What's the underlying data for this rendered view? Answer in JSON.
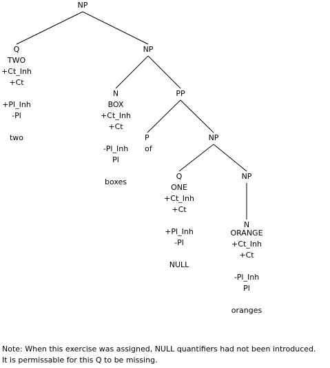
{
  "tree": {
    "np_root": "NP",
    "q_two": {
      "cat": "Q",
      "word": "TWO",
      "f1": "+Ct_Inh",
      "f2": "+Ct",
      "f3": "+Pl_Inh",
      "f4": "-Pl",
      "gloss": "two"
    },
    "np_1": "NP",
    "n_box": {
      "cat": "N",
      "word": "BOX",
      "f1": "+Ct_Inh",
      "f2": "+Ct",
      "f3": "-Pl_Inh",
      "f4": "Pl",
      "gloss": "boxes"
    },
    "pp": "PP",
    "p_of": {
      "cat": "P",
      "gloss": "of"
    },
    "np_2": "NP",
    "q_one": {
      "cat": "Q",
      "word": "ONE",
      "f1": "+Ct_Inh",
      "f2": "+Ct",
      "f3": "+Pl_Inh",
      "f4": "-Pl",
      "gloss": "NULL"
    },
    "np_3": "NP",
    "n_orange": {
      "cat": "N",
      "word": "ORANGE",
      "f1": "+Ct_Inh",
      "f2": "+Ct",
      "f3": "-Pl_Inh",
      "f4": "Pl",
      "gloss": "oranges"
    }
  },
  "note": {
    "line1": "Note: When this exercise was assigned, NULL quantifiers had not been introduced.",
    "line2": "It is permissable for this Q to be missing."
  }
}
